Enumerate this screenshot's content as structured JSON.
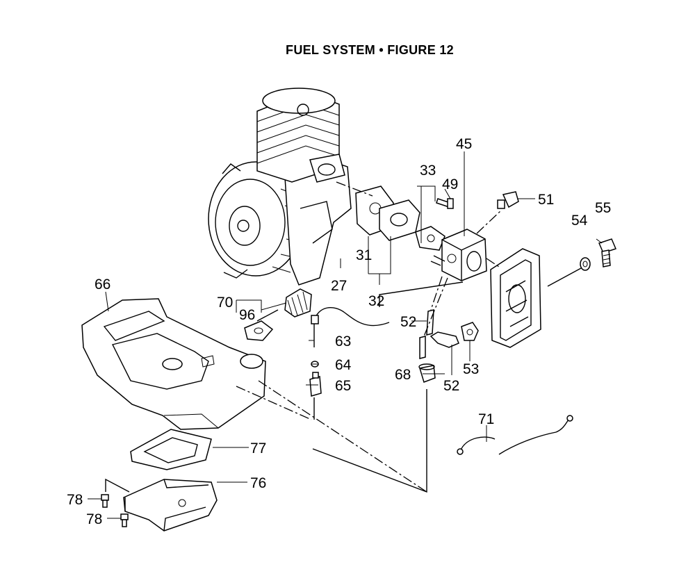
{
  "title": "FUEL SYSTEM  •  FIGURE 12",
  "parts": [
    {
      "id": "p27",
      "label": "27"
    },
    {
      "id": "p31",
      "label": "31"
    },
    {
      "id": "p32",
      "label": "32"
    },
    {
      "id": "p33",
      "label": "33"
    },
    {
      "id": "p45",
      "label": "45"
    },
    {
      "id": "p49",
      "label": "49"
    },
    {
      "id": "p51",
      "label": "51"
    },
    {
      "id": "p52a",
      "label": "52"
    },
    {
      "id": "p52b",
      "label": "52"
    },
    {
      "id": "p53",
      "label": "53"
    },
    {
      "id": "p54",
      "label": "54"
    },
    {
      "id": "p55",
      "label": "55"
    },
    {
      "id": "p63",
      "label": "63"
    },
    {
      "id": "p64",
      "label": "64"
    },
    {
      "id": "p65",
      "label": "65"
    },
    {
      "id": "p66",
      "label": "66"
    },
    {
      "id": "p68",
      "label": "68"
    },
    {
      "id": "p70",
      "label": "70"
    },
    {
      "id": "p71",
      "label": "71"
    },
    {
      "id": "p76",
      "label": "76"
    },
    {
      "id": "p77",
      "label": "77"
    },
    {
      "id": "p78a",
      "label": "78"
    },
    {
      "id": "p78b",
      "label": "78"
    },
    {
      "id": "p96",
      "label": "96"
    }
  ]
}
